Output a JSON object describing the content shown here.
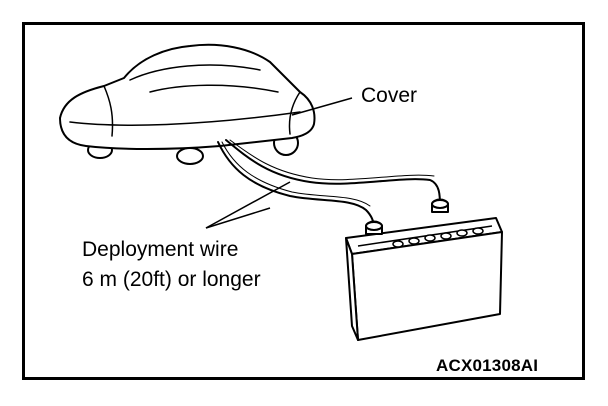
{
  "labels": {
    "cover": "Cover",
    "deployment_wire_line1": "Deployment wire",
    "deployment_wire_line2": "6 m (20ft) or longer",
    "figure_code": "ACX01308AI"
  },
  "colors": {
    "ink": "#000000",
    "paper": "#ffffff"
  }
}
